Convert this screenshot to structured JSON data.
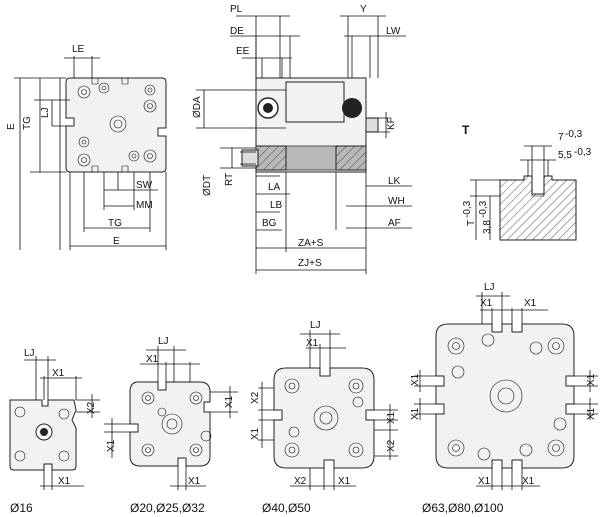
{
  "labels": {
    "PL": "PL",
    "Y": "Y",
    "DE": "DE",
    "LW": "LW",
    "EE": "EE",
    "LE": "LE",
    "E": "E",
    "TG": "TG",
    "LJ": "LJ",
    "SW": "SW",
    "MM": "MM",
    "DA": "ØDA",
    "KF": "KF",
    "DT": "ØDT",
    "RT": "RT",
    "LA": "LA",
    "LB": "LB",
    "LK": "LK",
    "WH": "WH",
    "BG": "BG",
    "AF": "AF",
    "ZAS": "ZA+S",
    "ZJS": "ZJ+S",
    "T": "T",
    "t7": "7",
    "t7tol": "-0,3",
    "t55": "5,5",
    "t55tol": "-0,3",
    "tT": "T",
    "tTtol": "-0,3",
    "t38": "3,8",
    "t38tol": "-0,3",
    "X1": "X1",
    "X2": "X2"
  },
  "variants": {
    "v16": "Ø16",
    "v20": "Ø20,Ø25,Ø32",
    "v40": "Ø40,Ø50",
    "v63": "Ø63,Ø80,Ø100"
  },
  "colors": {
    "line": "#111111",
    "fill": "#f2f2f2",
    "dark": "#222222",
    "grey": "#b9b9b9"
  }
}
